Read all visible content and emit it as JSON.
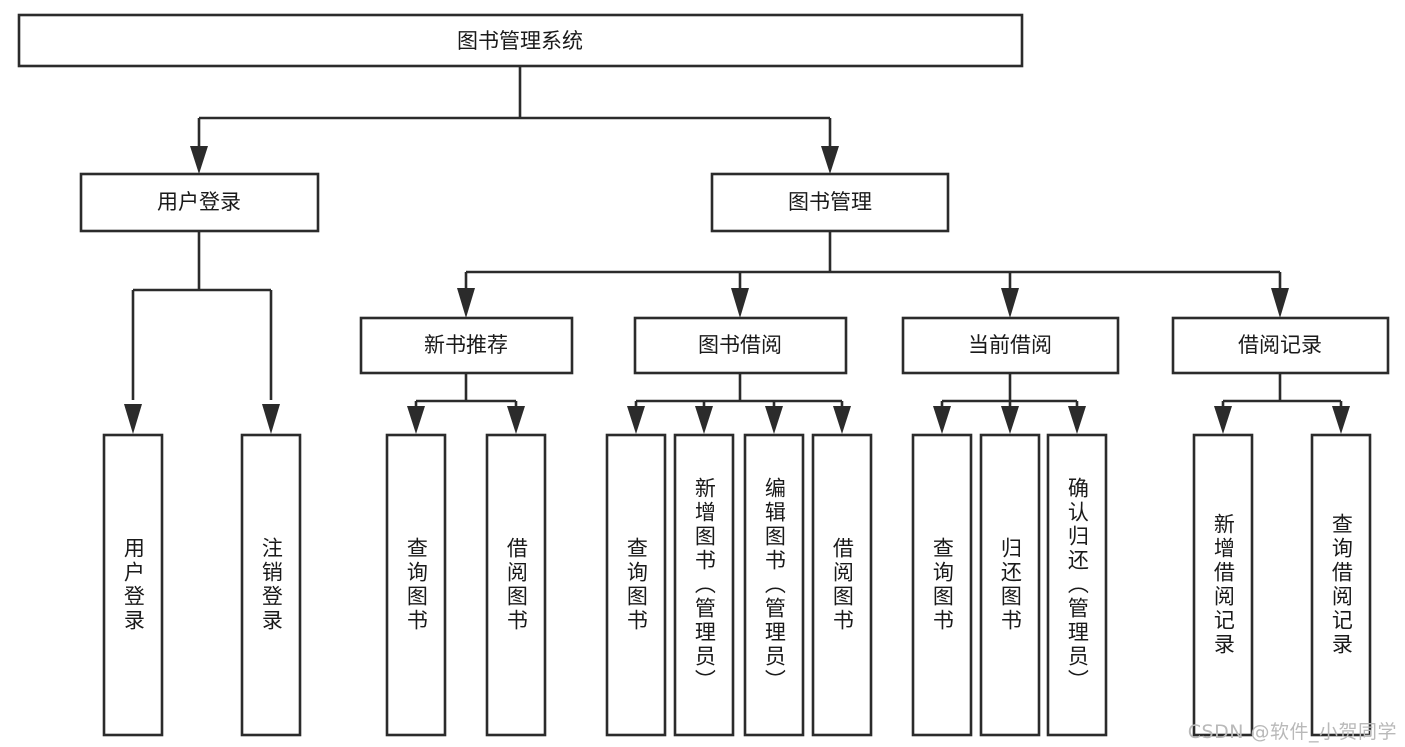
{
  "diagram": {
    "title": "图书管理系统",
    "type": "tree",
    "watermark": "CSDN @软件_小贺同学",
    "nodes": {
      "root": {
        "label": "图书管理系统"
      },
      "level2": [
        {
          "id": "user-login",
          "label": "用户登录"
        },
        {
          "id": "book-manage",
          "label": "图书管理"
        }
      ],
      "level3": [
        {
          "id": "new-book-recommend",
          "label": "新书推荐"
        },
        {
          "id": "book-borrow",
          "label": "图书借阅"
        },
        {
          "id": "current-borrow",
          "label": "当前借阅"
        },
        {
          "id": "borrow-record",
          "label": "借阅记录"
        }
      ],
      "leaves": [
        {
          "id": "leaf-user-login",
          "label": "用户登录",
          "parent": "user-login"
        },
        {
          "id": "leaf-user-logout",
          "label": "注销登录",
          "parent": "user-login"
        },
        {
          "id": "leaf-query-book-1",
          "label": "查询图书",
          "parent": "new-book-recommend"
        },
        {
          "id": "leaf-borrow-book-1",
          "label": "借阅图书",
          "parent": "new-book-recommend"
        },
        {
          "id": "leaf-query-book-2",
          "label": "查询图书",
          "parent": "book-borrow"
        },
        {
          "id": "leaf-add-book",
          "label": "新增图书（管理员）",
          "parent": "book-borrow"
        },
        {
          "id": "leaf-edit-book",
          "label": "编辑图书（管理员）",
          "parent": "book-borrow"
        },
        {
          "id": "leaf-borrow-book-2",
          "label": "借阅图书",
          "parent": "book-borrow"
        },
        {
          "id": "leaf-query-book-3",
          "label": "查询图书",
          "parent": "current-borrow"
        },
        {
          "id": "leaf-return-book",
          "label": "归还图书",
          "parent": "current-borrow"
        },
        {
          "id": "leaf-confirm-return",
          "label": "确认归还（管理员）",
          "parent": "current-borrow"
        },
        {
          "id": "leaf-add-record",
          "label": "新增借阅记录",
          "parent": "borrow-record"
        },
        {
          "id": "leaf-query-record",
          "label": "查询借阅记录",
          "parent": "borrow-record"
        }
      ]
    },
    "colors": {
      "stroke": "#2b2b2b",
      "fill": "#ffffff",
      "text": "#1a1a1a",
      "watermark": "#b9b9b9"
    }
  }
}
